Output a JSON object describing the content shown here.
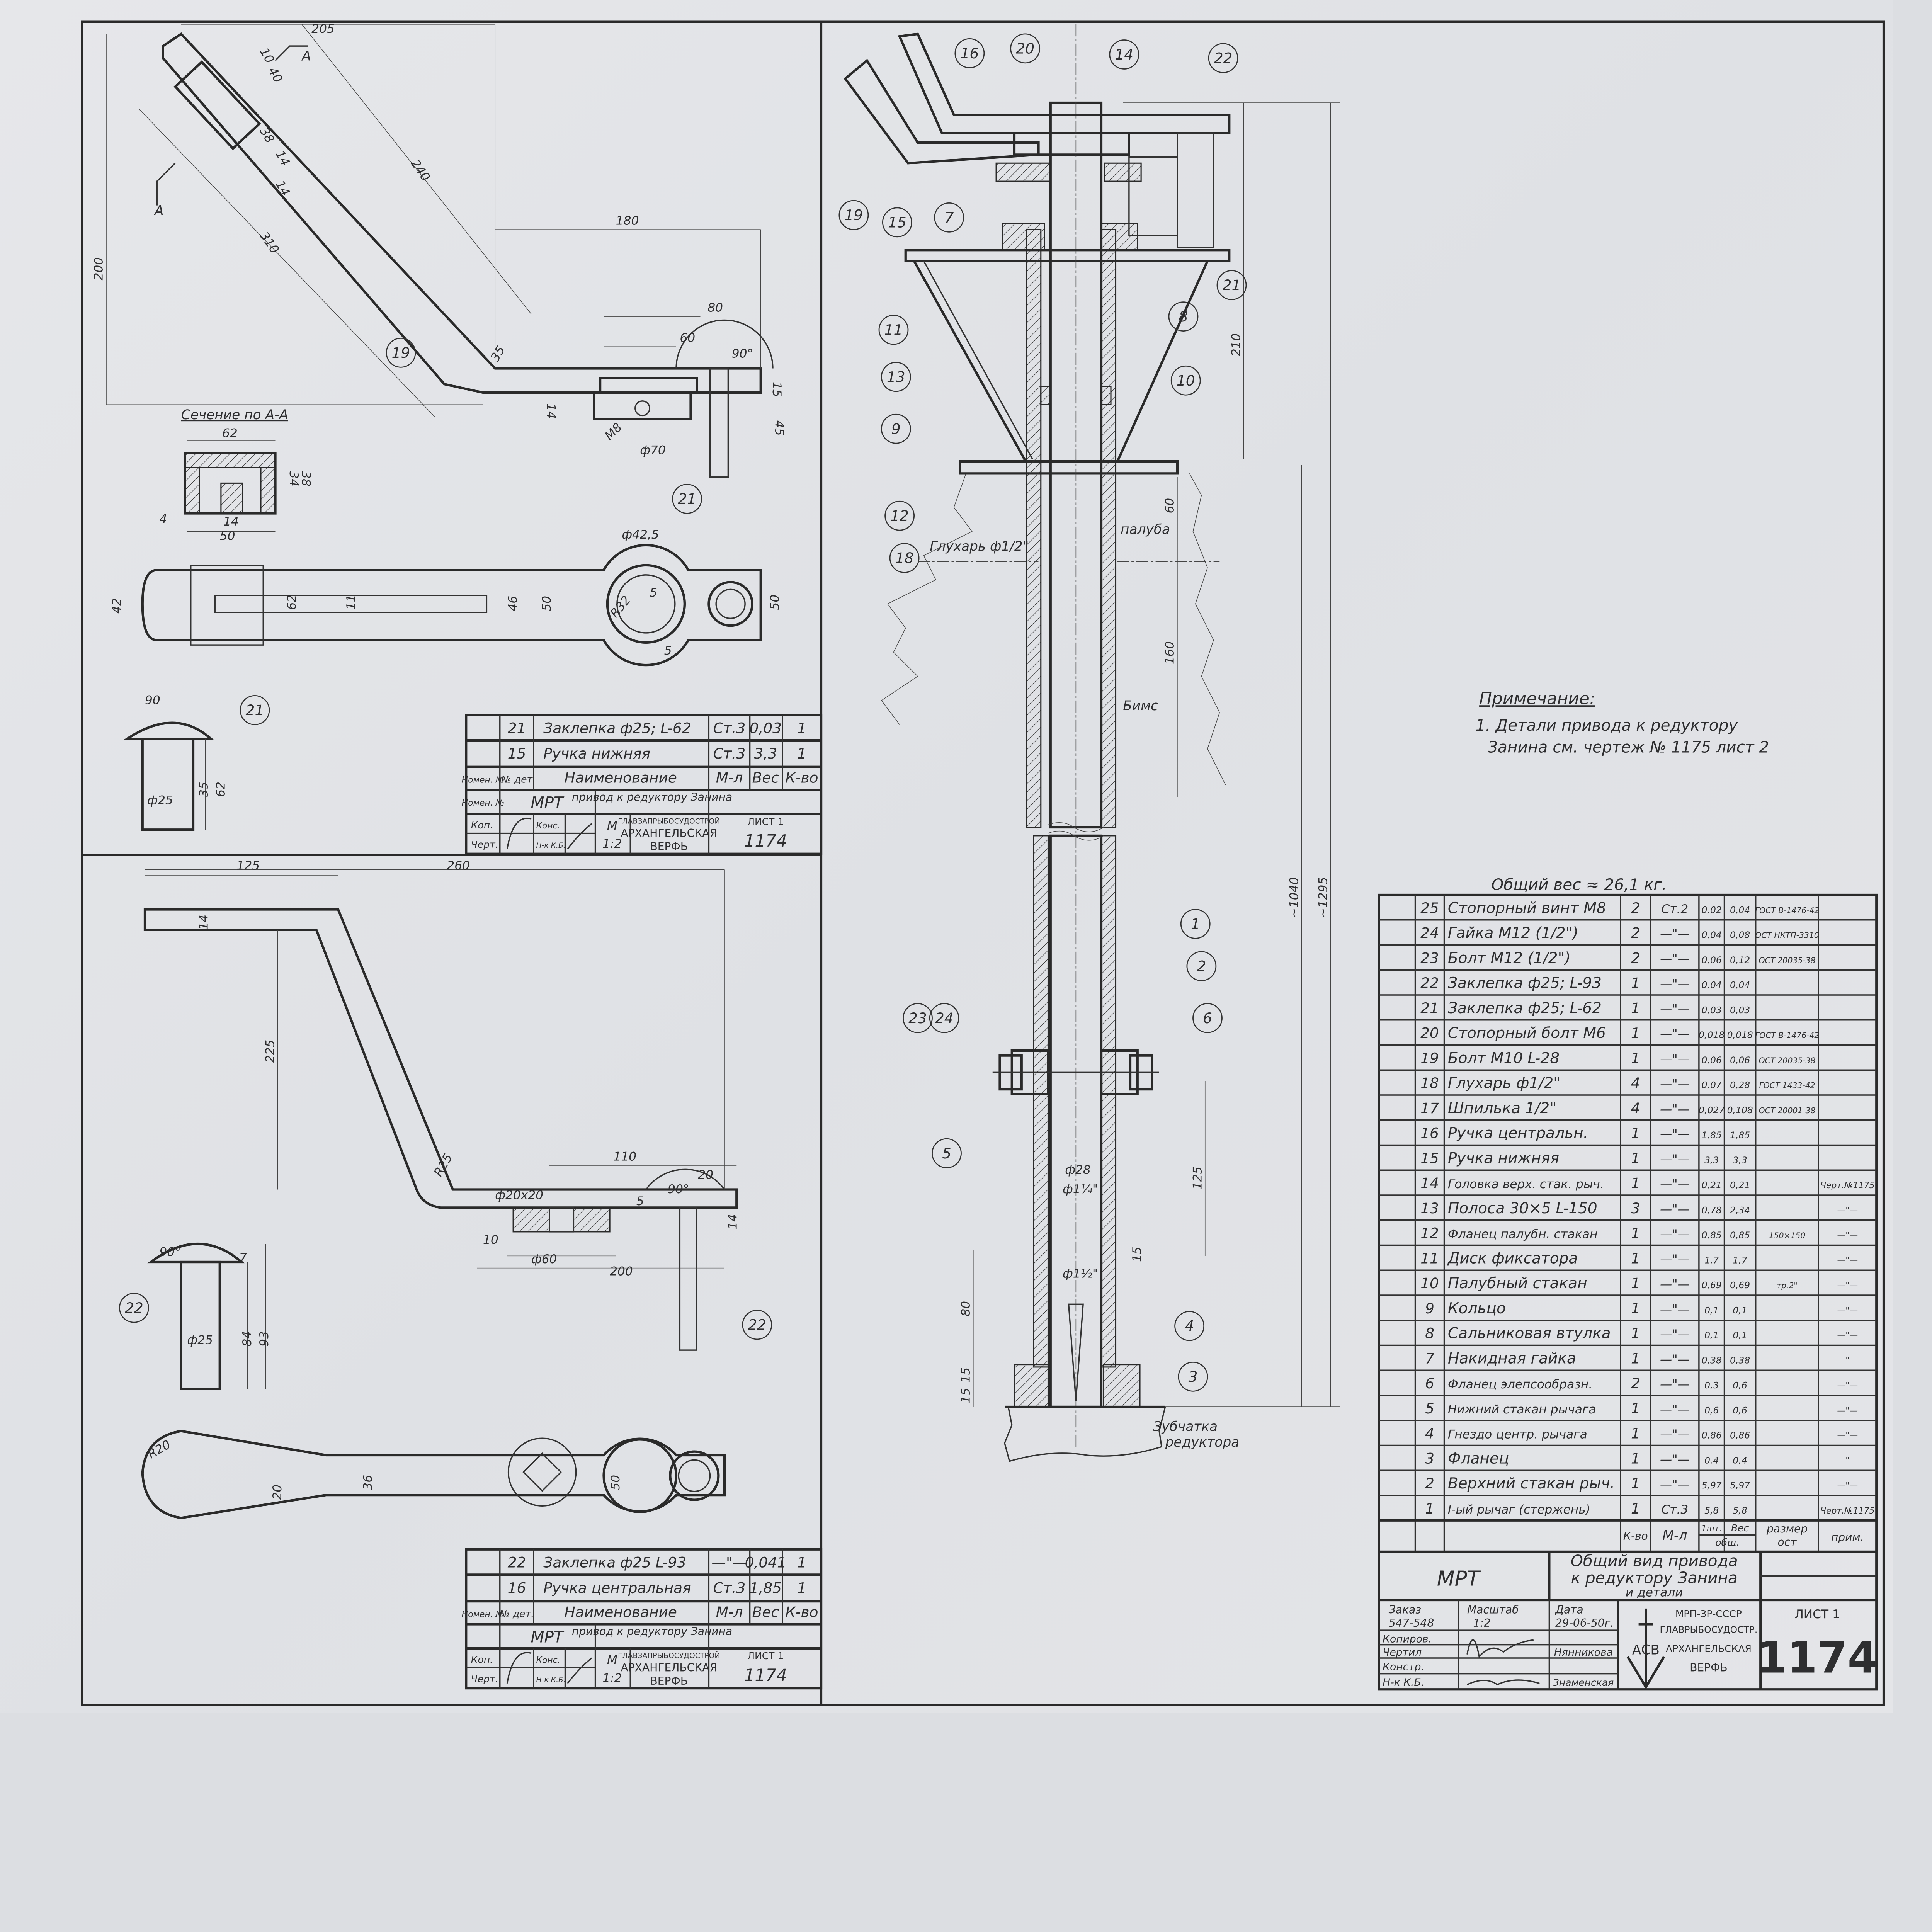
{
  "colors": {
    "paper": "#e2e3e6",
    "ink": "#2e2e30"
  },
  "top_left_view": {
    "dims": [
      "205",
      "10",
      "40",
      "38",
      "14",
      "14",
      "240",
      "310",
      "200",
      "180",
      "80",
      "60",
      "90°",
      "15",
      "45",
      "14",
      "М8",
      "ф70",
      "35",
      "A",
      "A"
    ],
    "balloons": [
      "19",
      "21"
    ],
    "section_title": "Сечение по А-А",
    "section_dims": [
      "62",
      "34",
      "38",
      "14",
      "50",
      "4"
    ],
    "plan_dims": [
      "42",
      "62",
      "11",
      "46",
      "50",
      "ф42,5",
      "R32",
      "5",
      "5",
      "50"
    ],
    "rivet_dims": [
      "90",
      "35",
      "62",
      "ф25"
    ],
    "rivet_balloon": "21"
  },
  "top_left_table": {
    "rows": [
      {
        "pos": "21",
        "name": "Заклепка ф25; L-62",
        "material": "Ст.3",
        "weight": "0,03",
        "qty": "1"
      },
      {
        "pos": "15",
        "name": "Ручка нижняя",
        "material": "Ст.3",
        "weight": "3,3",
        "qty": "1"
      }
    ],
    "header": {
      "nomen": "Номен. №",
      "det": "№ дет",
      "name": "Наименование",
      "material": "М-л",
      "weight": "Вес",
      "qty": "К-во"
    },
    "nomen_label": "Номен. №",
    "org_code": "МРТ",
    "title": "привод к редуктору Занина",
    "kop": "Коп.",
    "chert": "Черт.",
    "kons": "Конс.",
    "nk": "Н-к К.Б.",
    "scale_label": "М",
    "scale": "1:2",
    "org_line1": "ГЛАВЗАПРЫБОСУДОСТРОЙ",
    "org_line2": "АРХАНГЕЛЬСКАЯ",
    "org_line3": "ВЕРФЬ",
    "sheet_label": "ЛИСТ 1",
    "sheet_number": "1174"
  },
  "bottom_left_view": {
    "dims": [
      "125",
      "260",
      "14",
      "225",
      "R25",
      "ф20х20",
      "110",
      "20",
      "90°",
      "5",
      "14",
      "10",
      "ф60",
      "200"
    ],
    "balloon": "22",
    "rivet_dims": [
      "90°",
      "7",
      "84",
      "93",
      "ф25"
    ],
    "rivet_balloon": "22",
    "plan_dims": [
      "R20",
      "20",
      "36",
      "50"
    ]
  },
  "bottom_left_table": {
    "rows": [
      {
        "pos": "22",
        "name": "Заклепка ф25 L-93",
        "material": "—\"—",
        "weight": "0,041",
        "qty": "1"
      },
      {
        "pos": "16",
        "name": "Ручка центральная",
        "material": "Ст.3",
        "weight": "1,85",
        "qty": "1"
      }
    ],
    "header": {
      "nomen": "Номен. №",
      "det": "№ дет.",
      "name": "Наименование",
      "material": "М-л",
      "weight": "Вес",
      "qty": "К-во"
    },
    "org_code": "МРТ",
    "title": "привод к редуктору Занина",
    "kop": "Коп.",
    "chert": "Черт.",
    "kons": "Конс.",
    "nk": "Н-к К.Б.",
    "scale_label": "М",
    "scale": "1:2",
    "org_line1": "ГЛАВЗАПРЫБОСУДОСТРОЙ",
    "org_line2": "АРХАНГЕЛЬСКАЯ",
    "org_line3": "ВЕРФЬ",
    "sheet_label": "ЛИСТ 1",
    "sheet_number": "1174"
  },
  "assembly_view": {
    "balloons": [
      "16",
      "20",
      "14",
      "22",
      "19",
      "15",
      "7",
      "8",
      "21",
      "11",
      "13",
      "10",
      "9",
      "12",
      "18",
      "1",
      "2",
      "23",
      "24",
      "6",
      "5",
      "4",
      "3"
    ],
    "labels": {
      "plug": "Глухарь ф1/2\"",
      "deck": "палуба",
      "beam": "Бимс",
      "gear1": "Зубчатка",
      "gear2": "редуктора"
    },
    "dims": [
      "210",
      "60",
      "160",
      "~1040",
      "~1295",
      "125",
      "15",
      "80",
      "15",
      "15",
      "ф28",
      "ф1¼\"",
      "ф1½\""
    ]
  },
  "note": {
    "title": "Примечание:",
    "line1": "1. Детали привода к редуктору",
    "line2": "Занина см. чертеж № 1175 лист 2"
  },
  "parts_list": {
    "total_weight": "Общий вес ≈ 26,1 кг.",
    "rows": [
      {
        "pos": "25",
        "name": "Стопорный винт М8",
        "qty": "2",
        "material": "Ст.2",
        "unit": "0,02",
        "total": "0,04",
        "standard": "ГОСТ В-1476-42",
        "note": ""
      },
      {
        "pos": "24",
        "name": "Гайка М12 (1/2\")",
        "qty": "2",
        "material": "—\"—",
        "unit": "0,04",
        "total": "0,08",
        "standard": "ОСТ НКТП-3310",
        "note": ""
      },
      {
        "pos": "23",
        "name": "Болт М12 (1/2\")",
        "qty": "2",
        "material": "—\"—",
        "unit": "0,06",
        "total": "0,12",
        "standard": "ОСТ 20035-38",
        "note": ""
      },
      {
        "pos": "22",
        "name": "Заклепка ф25; L-93",
        "qty": "1",
        "material": "—\"—",
        "unit": "0,04",
        "total": "0,04",
        "standard": "",
        "note": ""
      },
      {
        "pos": "21",
        "name": "Заклепка ф25; L-62",
        "qty": "1",
        "material": "—\"—",
        "unit": "0,03",
        "total": "0,03",
        "standard": "",
        "note": ""
      },
      {
        "pos": "20",
        "name": "Стопорный болт М6",
        "qty": "1",
        "material": "—\"—",
        "unit": "0,018",
        "total": "0,018",
        "standard": "ГОСТ В-1476-42",
        "note": ""
      },
      {
        "pos": "19",
        "name": "Болт М10 L-28",
        "qty": "1",
        "material": "—\"—",
        "unit": "0,06",
        "total": "0,06",
        "standard": "ОСТ 20035-38",
        "note": ""
      },
      {
        "pos": "18",
        "name": "Глухарь ф1/2\"",
        "qty": "4",
        "material": "—\"—",
        "unit": "0,07",
        "total": "0,28",
        "standard": "ГОСТ 1433-42",
        "note": ""
      },
      {
        "pos": "17",
        "name": "Шпилька 1/2\"",
        "qty": "4",
        "material": "—\"—",
        "unit": "0,027",
        "total": "0,108",
        "standard": "ОСТ 20001-38",
        "note": ""
      },
      {
        "pos": "16",
        "name": "Ручка центральн.",
        "qty": "1",
        "material": "—\"—",
        "unit": "1,85",
        "total": "1,85",
        "standard": "",
        "note": ""
      },
      {
        "pos": "15",
        "name": "Ручка нижняя",
        "qty": "1",
        "material": "—\"—",
        "unit": "3,3",
        "total": "3,3",
        "standard": "",
        "note": ""
      },
      {
        "pos": "14",
        "name": "Головка верх. стак. рыч.",
        "qty": "1",
        "material": "—\"—",
        "unit": "0,21",
        "total": "0,21",
        "standard": "",
        "note": "Черт.№1175"
      },
      {
        "pos": "13",
        "name": "Полоса 30×5 L-150",
        "qty": "3",
        "material": "—\"—",
        "unit": "0,78",
        "total": "2,34",
        "standard": "",
        "note": "—\"—"
      },
      {
        "pos": "12",
        "name": "Фланец палубн. стакан",
        "qty": "1",
        "material": "—\"—",
        "unit": "0,85",
        "total": "0,85",
        "standard": "150×150",
        "note": "—\"—"
      },
      {
        "pos": "11",
        "name": "Диск фиксатора",
        "qty": "1",
        "material": "—\"—",
        "unit": "1,7",
        "total": "1,7",
        "standard": "",
        "note": "—\"—"
      },
      {
        "pos": "10",
        "name": "Палубный стакан",
        "qty": "1",
        "material": "—\"—",
        "unit": "0,69",
        "total": "0,69",
        "standard": "тр.2\"",
        "note": "—\"—"
      },
      {
        "pos": "9",
        "name": "Кольцо",
        "qty": "1",
        "material": "—\"—",
        "unit": "0,1",
        "total": "0,1",
        "standard": "",
        "note": "—\"—"
      },
      {
        "pos": "8",
        "name": "Сальниковая втулка",
        "qty": "1",
        "material": "—\"—",
        "unit": "0,1",
        "total": "0,1",
        "standard": "",
        "note": "—\"—"
      },
      {
        "pos": "7",
        "name": "Накидная гайка",
        "qty": "1",
        "material": "—\"—",
        "unit": "0,38",
        "total": "0,38",
        "standard": "",
        "note": "—\"—"
      },
      {
        "pos": "6",
        "name": "Фланец элепсообразн.",
        "qty": "2",
        "material": "—\"—",
        "unit": "0,3",
        "total": "0,6",
        "standard": "",
        "note": "—\"—"
      },
      {
        "pos": "5",
        "name": "Нижний стакан рычага",
        "qty": "1",
        "material": "—\"—",
        "unit": "0,6",
        "total": "0,6",
        "standard": "",
        "note": "—\"—"
      },
      {
        "pos": "4",
        "name": "Гнездо центр. рычага",
        "qty": "1",
        "material": "—\"—",
        "unit": "0,86",
        "total": "0,86",
        "standard": "",
        "note": "—\"—"
      },
      {
        "pos": "3",
        "name": "Фланец",
        "qty": "1",
        "material": "—\"—",
        "unit": "0,4",
        "total": "0,4",
        "standard": "",
        "note": "—\"—"
      },
      {
        "pos": "2",
        "name": "Верхний стакан рыч.",
        "qty": "1",
        "material": "—\"—",
        "unit": "5,97",
        "total": "5,97",
        "standard": "",
        "note": "—\"—"
      },
      {
        "pos": "1",
        "name": "I-ый рычаг (стержень)",
        "qty": "1",
        "material": "Ст.3",
        "unit": "5,8",
        "total": "5,8",
        "standard": "",
        "note": "Черт.№1175"
      }
    ],
    "header": {
      "qty": "К-во",
      "material": "М-л",
      "unit": "1шт.",
      "weight": "Вес",
      "total": "общ.",
      "standard1": "размер",
      "standard2": "ост",
      "note": "прим."
    }
  },
  "title_block": {
    "org_code": "МРТ",
    "title1": "Общий вид привода",
    "title2": "к редуктору Занина",
    "title3": "и детали",
    "order_label": "Заказ",
    "order": "547-548",
    "scale_label": "Масштаб",
    "scale": "1:2",
    "date_label": "Дата",
    "date": "29-06-50г.",
    "copied_label": "Копиров.",
    "drawn_label": "Чертил",
    "drawn_by": "Нянникова",
    "designer_label": "Констр.",
    "chief_label": "Н-к К.Б.",
    "chief": "Знаменская",
    "logo_letters": "АСВ",
    "org1": "МРП-ЗР-СССР",
    "org2": "ГЛАВРЫБОСУДОСТР.",
    "org3": "АРХАНГЕЛЬСКАЯ",
    "org4": "ВЕРФЬ",
    "sheet_label": "ЛИСТ 1",
    "sheet_number": "1174"
  }
}
